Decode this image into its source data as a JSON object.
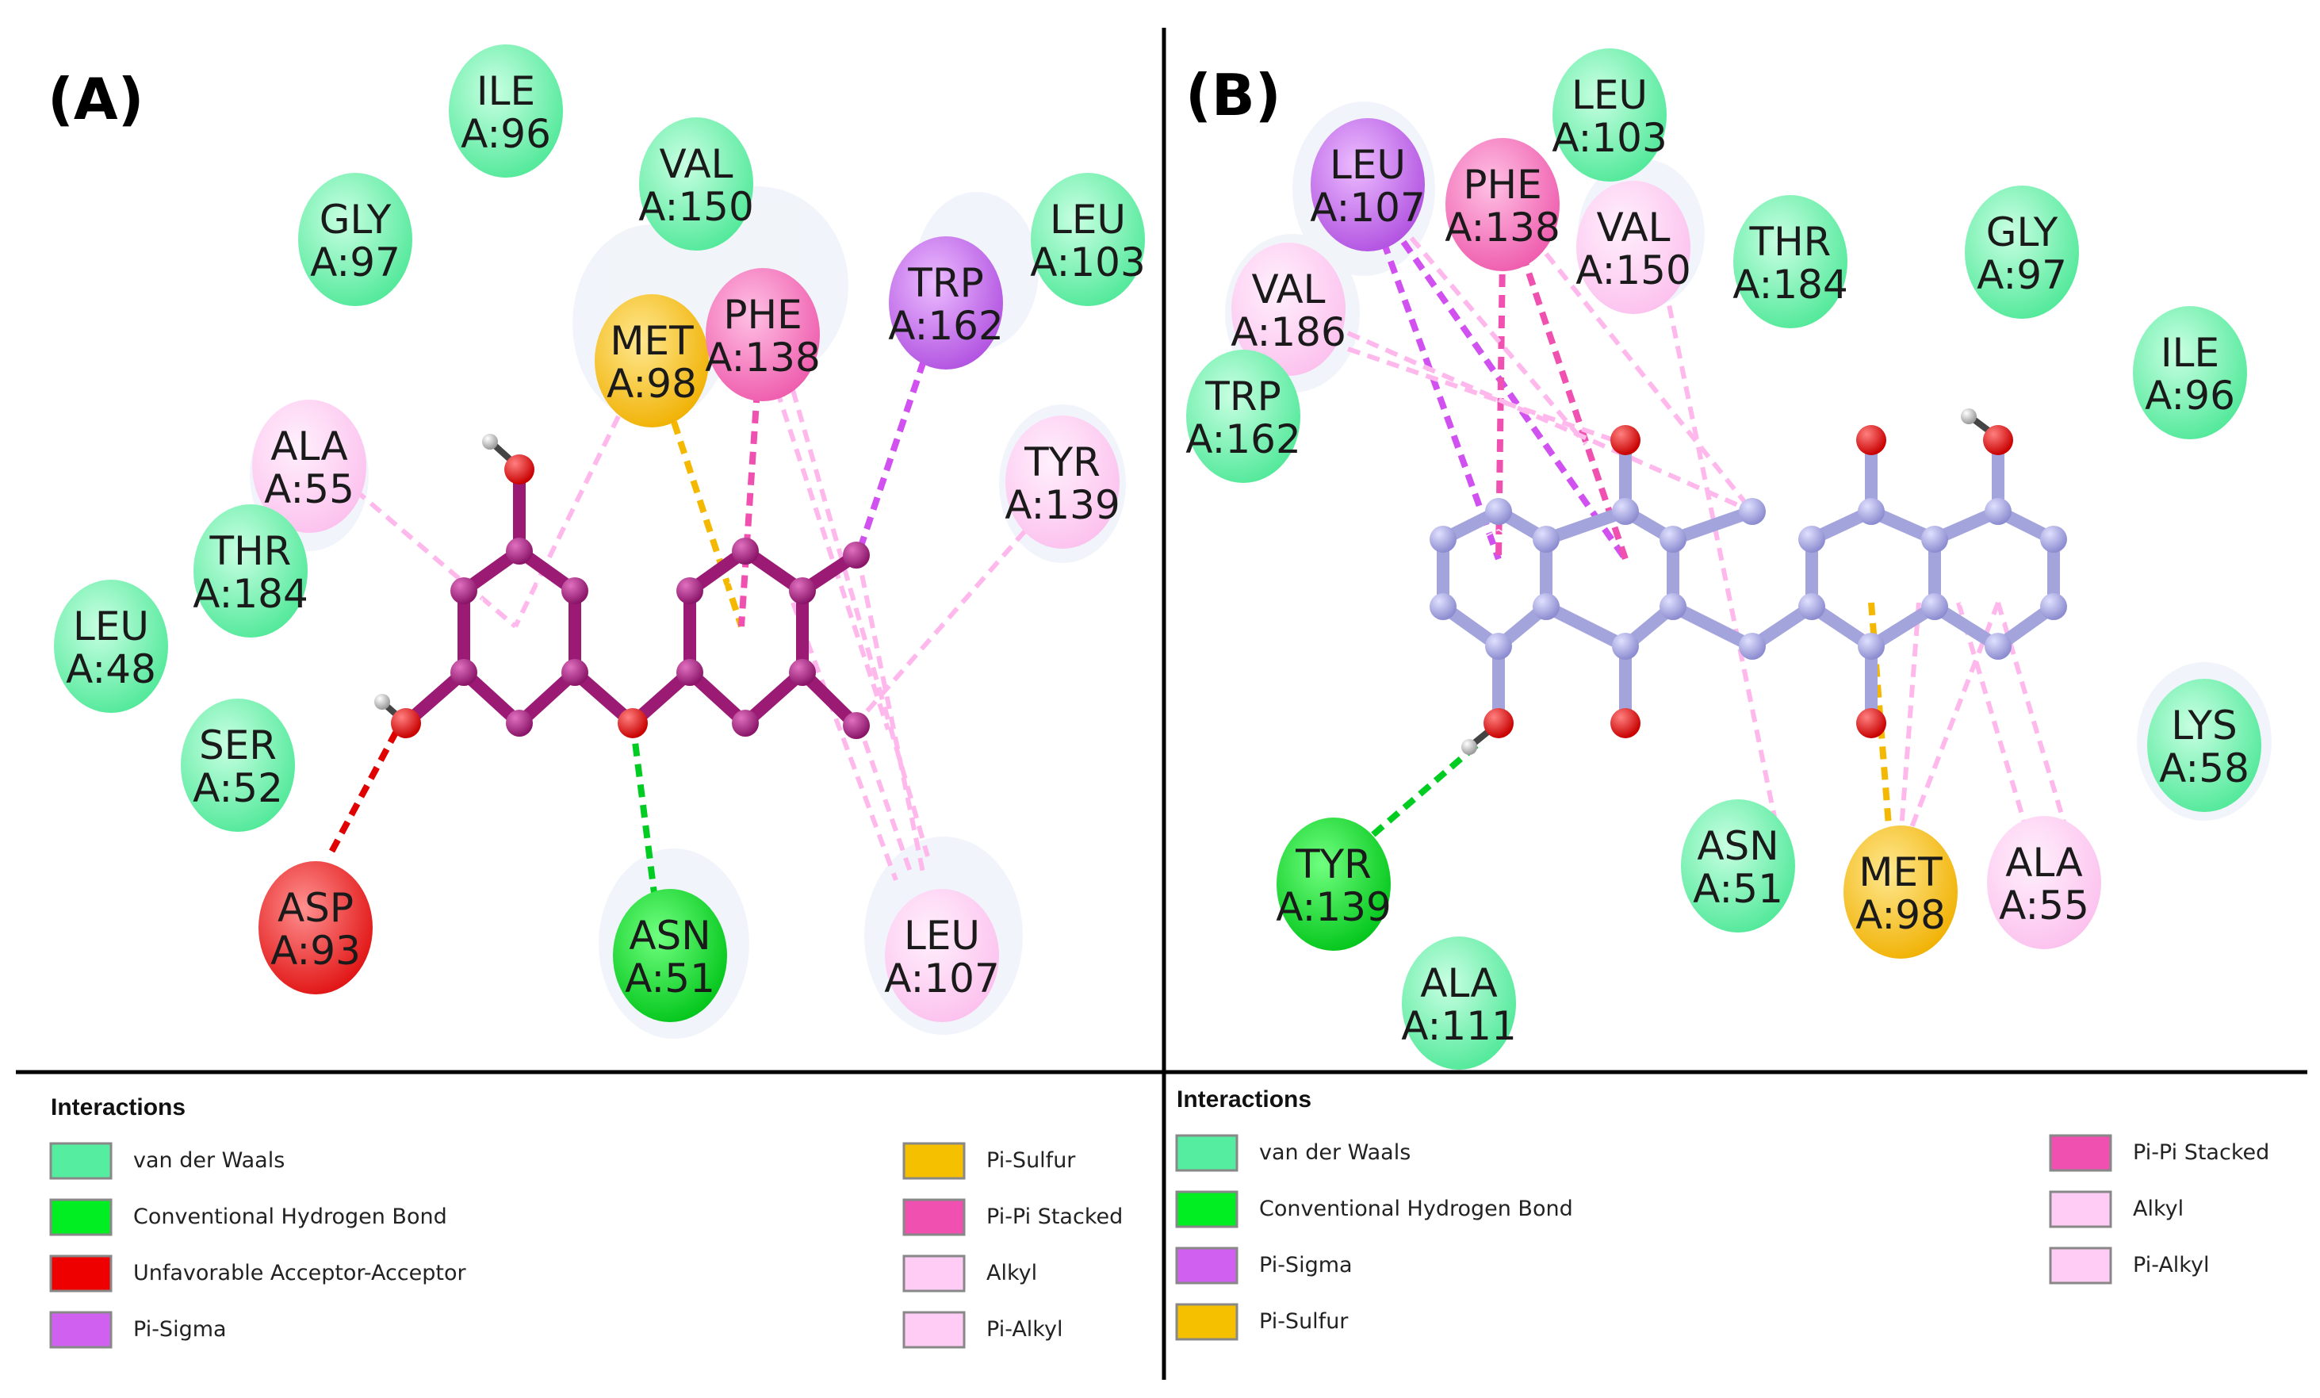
{
  "panels": [
    {
      "label": "(A)",
      "residues": [
        {
          "name": "ILE",
          "id": "A:96",
          "type": "vdw"
        },
        {
          "name": "GLY",
          "id": "A:97",
          "type": "vdw"
        },
        {
          "name": "VAL",
          "id": "A:150",
          "type": "vdw"
        },
        {
          "name": "LEU",
          "id": "A:103",
          "type": "vdw"
        },
        {
          "name": "MET",
          "id": "A:98",
          "type": "pisulfur"
        },
        {
          "name": "PHE",
          "id": "A:138",
          "type": "pipi"
        },
        {
          "name": "TRP",
          "id": "A:162",
          "type": "pisigma"
        },
        {
          "name": "ALA",
          "id": "A:55",
          "type": "alkyl"
        },
        {
          "name": "THR",
          "id": "A:184",
          "type": "vdw"
        },
        {
          "name": "TYR",
          "id": "A:139",
          "type": "alkyl"
        },
        {
          "name": "LEU",
          "id": "A:48",
          "type": "vdw"
        },
        {
          "name": "SER",
          "id": "A:52",
          "type": "vdw"
        },
        {
          "name": "ASP",
          "id": "A:93",
          "type": "unfav"
        },
        {
          "name": "ASN",
          "id": "A:51",
          "type": "hbond"
        },
        {
          "name": "LEU",
          "id": "A:107",
          "type": "alkyl"
        }
      ],
      "legend": {
        "title": "Interactions",
        "items": [
          {
            "label": "van der Waals",
            "color": "#55eea0"
          },
          {
            "label": "Conventional Hydrogen Bond",
            "color": "#00ee22"
          },
          {
            "label": "Unfavorable Acceptor-Acceptor",
            "color": "#ee0000"
          },
          {
            "label": "Pi-Sigma",
            "color": "#d060f0"
          },
          {
            "label": "Pi-Sulfur",
            "color": "#f5c000"
          },
          {
            "label": "Pi-Pi Stacked",
            "color": "#f050b0"
          },
          {
            "label": "Alkyl",
            "color": "#ffccf5"
          },
          {
            "label": "Pi-Alkyl",
            "color": "#ffccf5"
          }
        ]
      }
    },
    {
      "label": "(B)",
      "residues": [
        {
          "name": "LEU",
          "id": "A:103",
          "type": "vdw"
        },
        {
          "name": "LEU",
          "id": "A:107",
          "type": "pisigma"
        },
        {
          "name": "PHE",
          "id": "A:138",
          "type": "pipi"
        },
        {
          "name": "VAL",
          "id": "A:150",
          "type": "alkyl"
        },
        {
          "name": "THR",
          "id": "A:184",
          "type": "vdw"
        },
        {
          "name": "GLY",
          "id": "A:97",
          "type": "vdw"
        },
        {
          "name": "VAL",
          "id": "A:186",
          "type": "alkyl"
        },
        {
          "name": "ILE",
          "id": "A:96",
          "type": "vdw"
        },
        {
          "name": "TRP",
          "id": "A:162",
          "type": "vdw"
        },
        {
          "name": "LYS",
          "id": "A:58",
          "type": "vdw"
        },
        {
          "name": "TYR",
          "id": "A:139",
          "type": "hbond"
        },
        {
          "name": "ASN",
          "id": "A:51",
          "type": "vdw"
        },
        {
          "name": "MET",
          "id": "A:98",
          "type": "pisulfur"
        },
        {
          "name": "ALA",
          "id": "A:55",
          "type": "alkyl"
        },
        {
          "name": "ALA",
          "id": "A:111",
          "type": "vdw"
        }
      ],
      "legend": {
        "title": "Interactions",
        "items": [
          {
            "label": "van der Waals",
            "color": "#55eea0"
          },
          {
            "label": "Conventional Hydrogen Bond",
            "color": "#00ee22"
          },
          {
            "label": "Pi-Sigma",
            "color": "#d060f0"
          },
          {
            "label": "Pi-Sulfur",
            "color": "#f5c000"
          },
          {
            "label": "Pi-Pi Stacked",
            "color": "#f050b0"
          },
          {
            "label": "Alkyl",
            "color": "#ffccf5"
          },
          {
            "label": "Pi-Alkyl",
            "color": "#ffccf5"
          }
        ]
      }
    }
  ],
  "colors": {
    "vdw": "#55eea0",
    "hbond": "#00dd22",
    "unfav": "#ee2222",
    "pisigma": "#c060e8",
    "pisulfur": "#f5b800",
    "pipi": "#f060b0",
    "alkyl": "#ffc8f2",
    "ligandA": "#a0207a",
    "ligandB": "#a8a8e0",
    "oxygen": "#e00000"
  }
}
